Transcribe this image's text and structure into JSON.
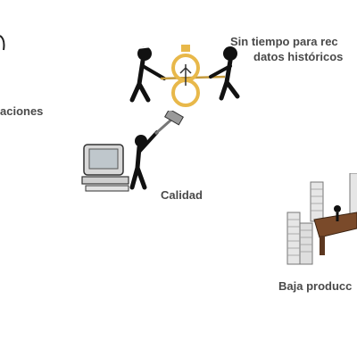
{
  "labels": {
    "left_partial": "aciones",
    "top_right_line1": "Sin tiempo para rec",
    "top_right_line2": "datos históricos",
    "quality": "Calidad",
    "bottom_right": "Baja producc"
  },
  "colors": {
    "text": "#4a4a4a",
    "figure": "#111111",
    "rope": "#c49a3c",
    "clock": "#e8b84a",
    "desk": "#7a4a2a",
    "paper": "#e6e6e6"
  },
  "icons": [
    "tug-of-war-clock-icon",
    "computer-smash-icon",
    "paperwork-desk-icon",
    "edge-fragment-icon"
  ]
}
